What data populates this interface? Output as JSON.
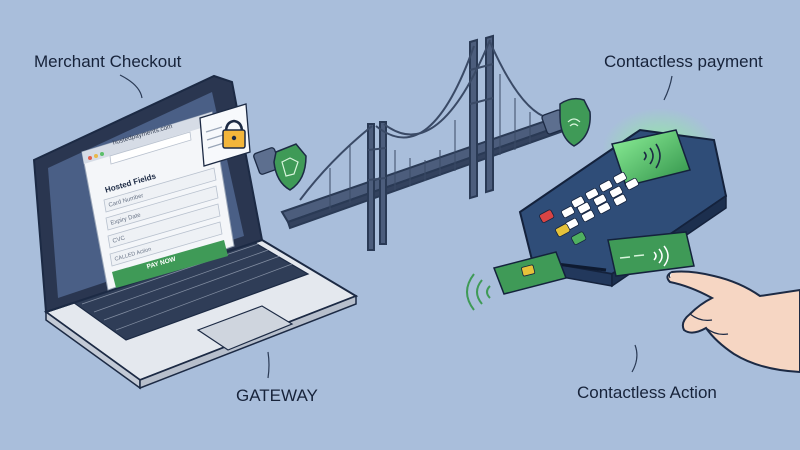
{
  "labels": {
    "merchant": "Merchant Checkout",
    "contactless_payment": "Contactless payment",
    "gateway": "GATEWAY",
    "contactless_action": "Contactless Action"
  },
  "browser": {
    "url": "hostedpayments.com",
    "form_title": "Hosted Fields",
    "fields": [
      "Card Number",
      "Expiry Date",
      "CVC",
      "CALLED Action"
    ],
    "pay_button": "PAY NOW"
  },
  "colors": {
    "background": "#a9bedb",
    "accent_green": "#3f9a57",
    "screen_glow": "#7fe08a",
    "terminal_body": "#2f4d78",
    "laptop_body": "#e4e8ee"
  },
  "icons": [
    "lock-icon",
    "shield-icon",
    "nfc-icon",
    "chip-icon",
    "hand-icon",
    "bridge-icon"
  ]
}
